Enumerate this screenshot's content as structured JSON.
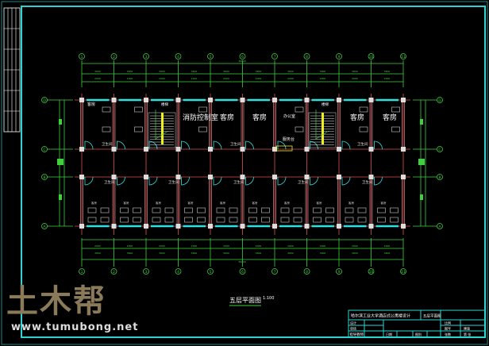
{
  "drawing": {
    "title": "五层平面图",
    "scale": "1:100",
    "axes_x": [
      "1",
      "2",
      "3",
      "4",
      "5",
      "6",
      "7",
      "8",
      "9",
      "10",
      "11"
    ],
    "axes_y": [
      "D",
      "C",
      "B",
      "A"
    ],
    "bay_dimension": "3600",
    "sub_dimension": "2000",
    "small_dimension": "800",
    "total_dimension": "36000",
    "rooms_top": [
      {
        "label": "楼梯"
      },
      {
        "label": "消防控制室"
      },
      {
        "label": "客房"
      },
      {
        "label": "客房"
      },
      {
        "label": "办公室"
      },
      {
        "label": "服务台"
      },
      {
        "label": "楼梯"
      },
      {
        "label": "客房"
      },
      {
        "label": "客房"
      },
      {
        "label": "客房"
      }
    ],
    "toilets_top": [
      "卫生间",
      "卫生间",
      "卫生间"
    ],
    "toilets_bottom": [
      "卫生间",
      "卫生间",
      "卫生间",
      "卫生间",
      "卫生间"
    ],
    "guest_room_small": "客房"
  },
  "title_block": {
    "project": "哈尔滨工业大学酒店式公寓楼设计",
    "drawing_name": "五层平面图",
    "rows": [
      "设计",
      "审核",
      "指导教师"
    ],
    "fields": [
      "比例",
      "图号",
      "日期",
      "图别",
      "建施",
      "张数",
      "共 张",
      "第 张"
    ]
  },
  "watermark": {
    "logo": "土木帮",
    "url": "www.tumubong.net"
  },
  "colors": {
    "frame": "#2ad4d4",
    "axis": "#3fcf3f",
    "wall": "#e05050",
    "window": "#30e0e0",
    "stair": "#f0f020"
  }
}
